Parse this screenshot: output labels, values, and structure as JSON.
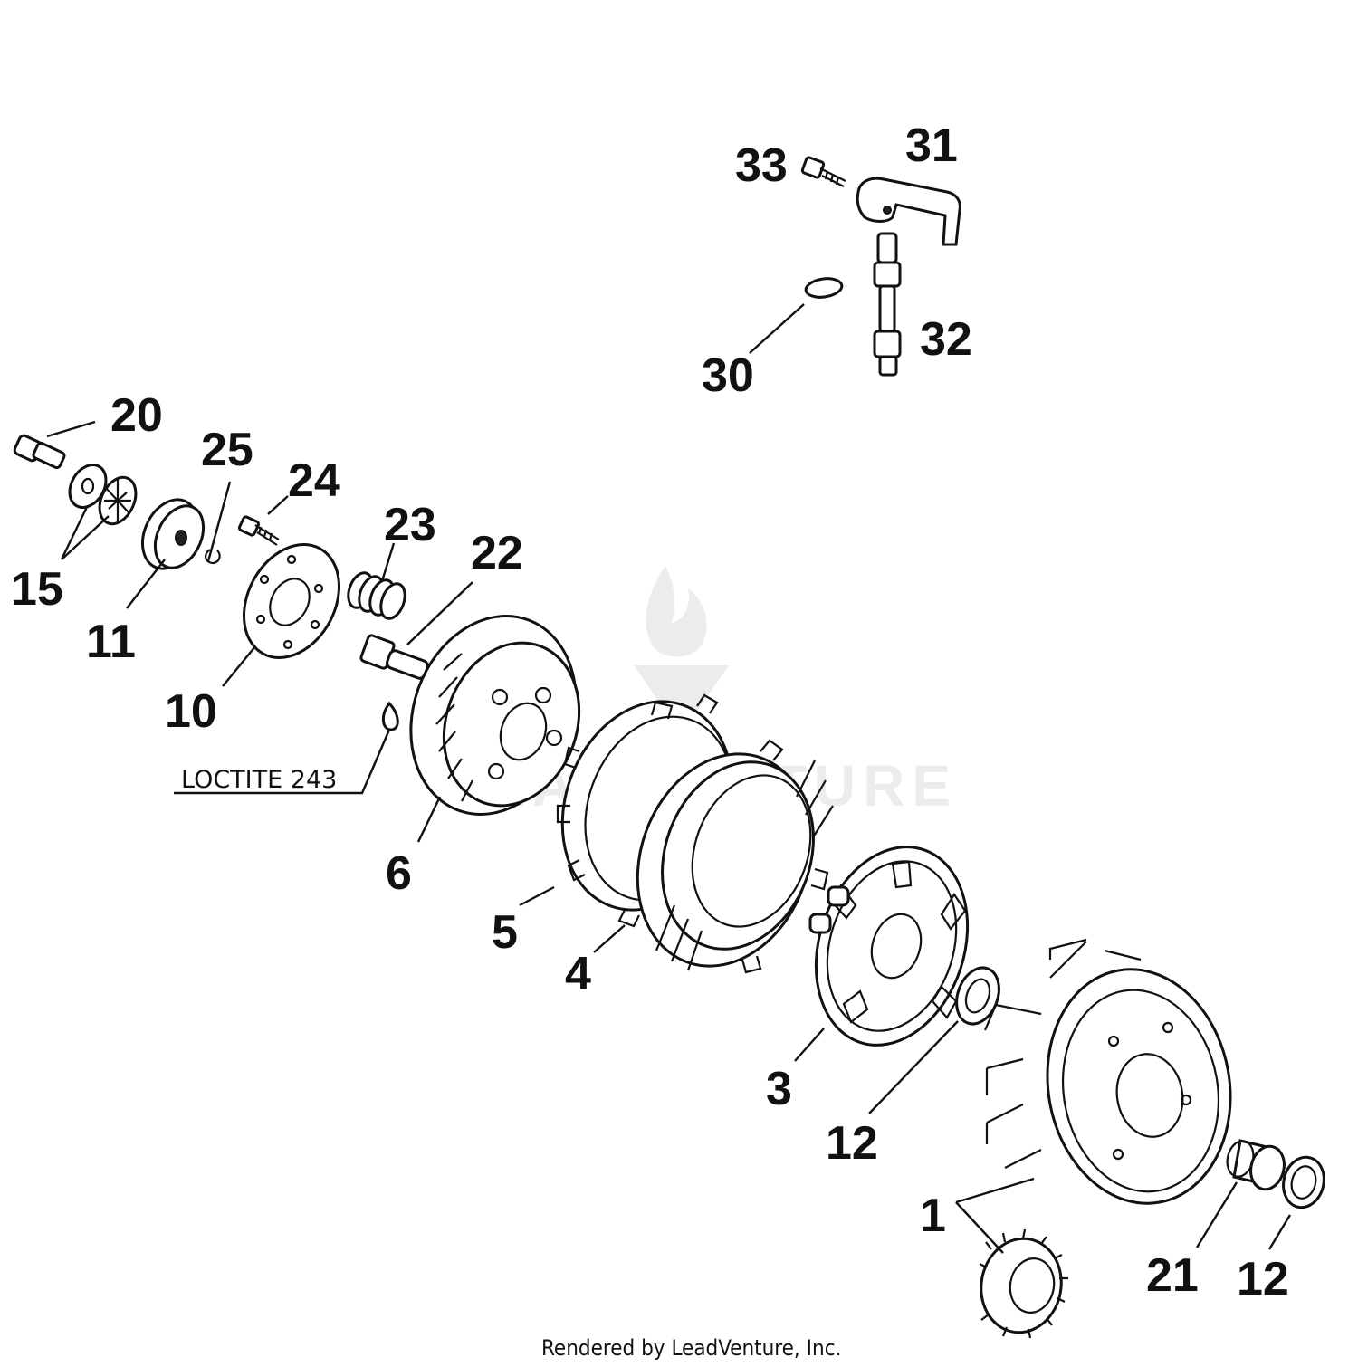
{
  "callouts": [
    {
      "id": "c1",
      "label": "1"
    },
    {
      "id": "c3",
      "label": "3"
    },
    {
      "id": "c4",
      "label": "4"
    },
    {
      "id": "c5",
      "label": "5"
    },
    {
      "id": "c6",
      "label": "6"
    },
    {
      "id": "c10",
      "label": "10"
    },
    {
      "id": "c11",
      "label": "11"
    },
    {
      "id": "c12a",
      "label": "12"
    },
    {
      "id": "c12b",
      "label": "12"
    },
    {
      "id": "c15",
      "label": "15"
    },
    {
      "id": "c20",
      "label": "20"
    },
    {
      "id": "c21",
      "label": "21"
    },
    {
      "id": "c22",
      "label": "22"
    },
    {
      "id": "c23",
      "label": "23"
    },
    {
      "id": "c24",
      "label": "24"
    },
    {
      "id": "c25",
      "label": "25"
    },
    {
      "id": "c30",
      "label": "30"
    },
    {
      "id": "c31",
      "label": "31"
    },
    {
      "id": "c32",
      "label": "32"
    },
    {
      "id": "c33",
      "label": "33"
    }
  ],
  "note": "LOCTITE 243",
  "footer": "Rendered by LeadVenture, Inc.",
  "watermark": "LEADVENTURE",
  "colors": {
    "ink": "#111111",
    "background": "#ffffff",
    "watermark": "#ececec"
  }
}
